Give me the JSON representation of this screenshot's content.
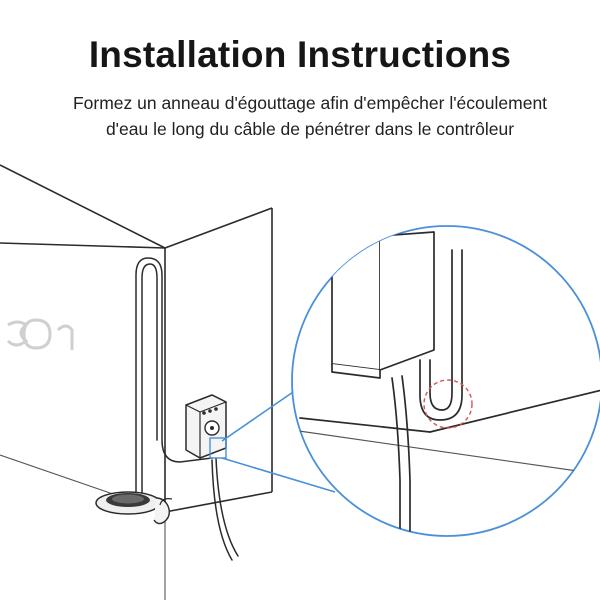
{
  "header": {
    "title": "Installation Instructions",
    "instruction_line1": "Formez un anneau d'égouttage afin d'empêcher l'écoulement",
    "instruction_line2": "d'eau le long du câble de pénétrer dans le contrôleur"
  },
  "colors": {
    "line": "#2b2b2b",
    "callout": "#4a90d9",
    "drip_marker": "#d9534f"
  },
  "icons": {
    "drip_loop_marker": "dashed-circle"
  }
}
